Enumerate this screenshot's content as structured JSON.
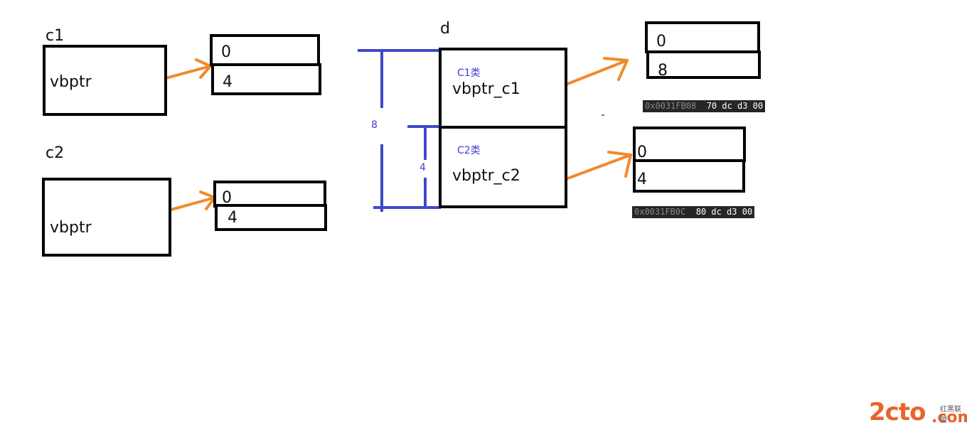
{
  "c1": {
    "name": "c1",
    "field": "vbptr",
    "table": [
      "0",
      "4"
    ]
  },
  "c2": {
    "name": "c2",
    "field": "vbptr",
    "table": [
      "0",
      "4"
    ]
  },
  "d": {
    "name": "d",
    "part1": {
      "class_label": "C1类",
      "field": "vbptr_c1"
    },
    "part2": {
      "class_label": "C2类",
      "field": "vbptr_c2"
    },
    "dim_outer": "8",
    "dim_inner": "4",
    "table1": [
      "0",
      "8"
    ],
    "table2": [
      "0",
      "4"
    ],
    "mem1": {
      "address": "0x0031FB08",
      "bytes": "70 dc d3 00"
    },
    "mem2": {
      "address": "0x0031FB0C",
      "bytes": "80 dc d3 00"
    }
  },
  "watermark": {
    "logo": "2cto",
    "suffix": ".com",
    "sub": "红黑联盟"
  },
  "colors": {
    "arrow": "#f08a2c",
    "dimension": "#3f48cc",
    "box": "#000000"
  }
}
